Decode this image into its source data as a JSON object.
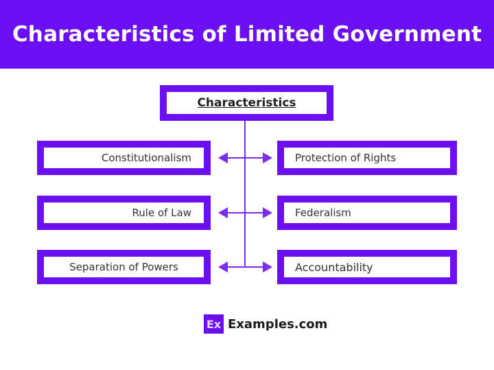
{
  "header": {
    "title": "Characteristics of Limited Government",
    "background_color": "#6b0ff2"
  },
  "diagram": {
    "root": {
      "label": "Characteristics"
    },
    "left_items": [
      {
        "label": "Constitutionalism"
      },
      {
        "label": "Rule of Law"
      },
      {
        "label": "Separation of Powers"
      }
    ],
    "right_items": [
      {
        "label": "Protection of Rights"
      },
      {
        "label": "Federalism"
      },
      {
        "label": "Accountability"
      }
    ],
    "connector_style": "double-headed-arrow",
    "accent_color": "#6b0ff2"
  },
  "footer": {
    "logo_badge": "Ex",
    "brand": "Examples.com"
  }
}
